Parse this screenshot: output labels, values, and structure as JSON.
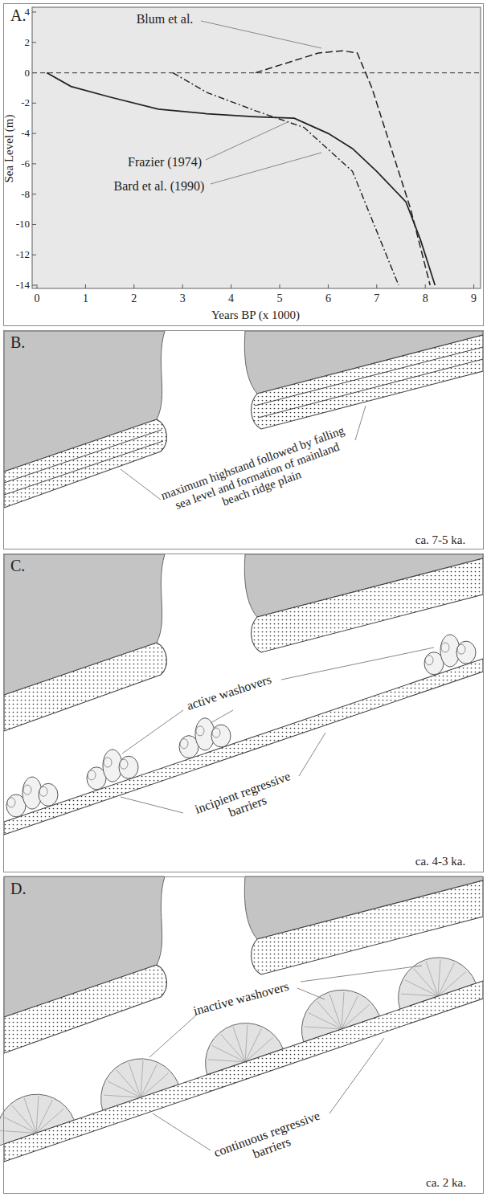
{
  "diagram": {
    "nodes": [
      {
        "text": [
          "A."
        ]
      },
      {
        "text": [
          "B."
        ]
      },
      {
        "text": [
          "C."
        ]
      },
      {
        "text": [
          "D."
        ]
      }
    ],
    "labels": [
      "Blum et al.",
      "Frazier (1974)",
      "Bard et al. (1990)",
      "Sea Level (m)",
      "Years BP (x 1000)",
      "4",
      "2",
      "0",
      "-2",
      "-4",
      "-6",
      "-8",
      "-10",
      "-12",
      "-14",
      "0",
      "1",
      "2",
      "3",
      "4",
      "5",
      "6",
      "7",
      "8",
      "9",
      "maximum highstand followed by falling sea level and formation of mainland beach ridge plain",
      "ca. 7-5 ka.",
      "active washovers",
      "incipient regressive barriers",
      "ca. 4-3 ka.",
      "inactive washovers",
      "continuous regressive barriers",
      "ca. 2 ka."
    ]
  }
}
